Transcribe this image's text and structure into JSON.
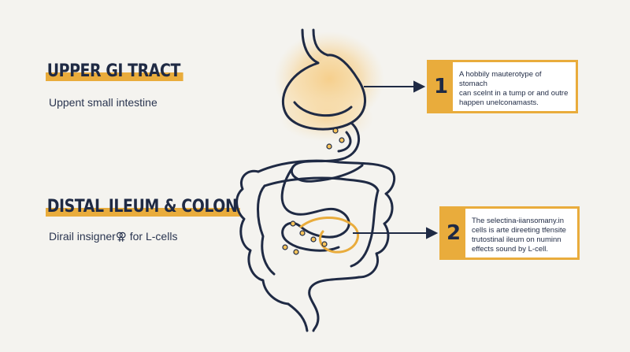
{
  "sections": [
    {
      "title": "UPPER GI TRACT",
      "subtitle": "Uppent small intestine"
    },
    {
      "title": "DISTAL ILEUM & COLON",
      "subtitle": "Dirail insigner⚢ for L-cells"
    }
  ],
  "callouts": [
    {
      "number": "1",
      "lines": [
        "A hobbily mauterotype of stomach",
        "can scelnt in a tump or and outre",
        "happen unelconamasts."
      ]
    },
    {
      "number": "2",
      "lines": [
        "The selectina-iiansomany.in",
        "cells is arte direeting tfensite",
        "trutostinal ileum on numinn",
        "effects sound by L-cell."
      ]
    }
  ],
  "colors": {
    "accent": "#e9ac3c",
    "ink": "#1f2a44",
    "background": "#f4f3ef"
  }
}
